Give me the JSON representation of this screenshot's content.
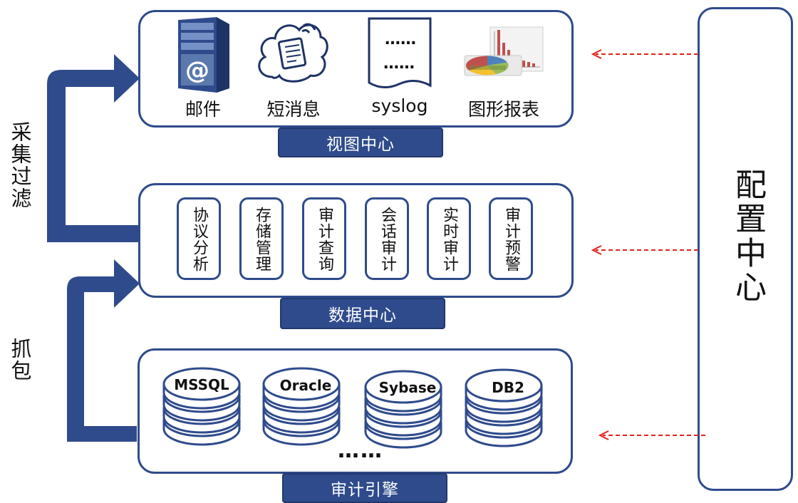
{
  "view_center": {
    "banner": "视图中心",
    "items": [
      {
        "label": "邮件",
        "icon": "mail-server-icon"
      },
      {
        "label": "短消息",
        "icon": "sms-cloud-icon"
      },
      {
        "label": "syslog",
        "icon": "syslog-document-icon"
      },
      {
        "label": "图形报表",
        "icon": "chart-report-icon"
      }
    ],
    "doc_dots_top": "……",
    "doc_dots_bottom": "……",
    "mail_symbol": "@"
  },
  "data_center": {
    "banner": "数据中心",
    "modules": [
      "协议分析",
      "存储管理",
      "审计查询",
      "会话审计",
      "实时审计",
      "审计预警"
    ]
  },
  "audit_engine": {
    "banner": "审计引擎",
    "databases": [
      "MSSQL",
      "Oracle",
      "Sybase",
      "DB2"
    ],
    "more": "……"
  },
  "side_labels": {
    "collect_filter": "采集过滤",
    "capture": "抓包"
  },
  "config_center": {
    "title": "配置中心"
  },
  "colors": {
    "primary": "#2f4b8c",
    "arrow_dashed": "#e0241b",
    "db_stroke": "#2f4b8c",
    "mail_server": "#5b79ad"
  }
}
